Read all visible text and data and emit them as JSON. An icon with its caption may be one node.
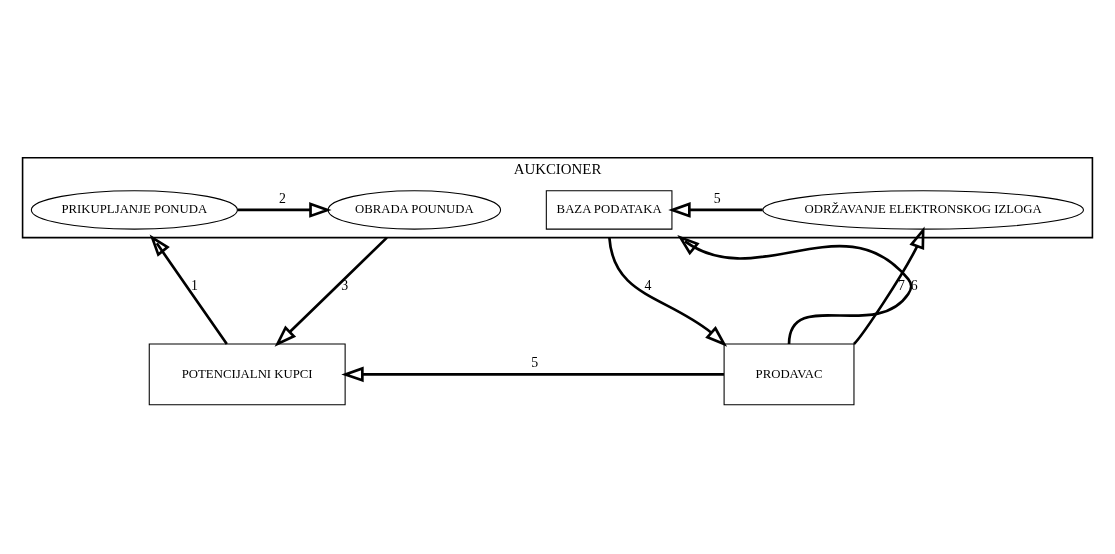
{
  "diagram": {
    "nodes": [
      {
        "text": [
          "AUKCIONER"
        ]
      },
      {
        "text": [
          "PRIKUPLJANJE PONUDA"
        ],
        "in": 0
      },
      {
        "text": [
          "OBRADA POUNUDA"
        ],
        "in": 0
      },
      {
        "text": [
          "BAZA PODATAKA"
        ],
        "in": 0
      },
      {
        "text": [
          "ODRŽAVANJE ELEKTRONSKOG IZLOGA"
        ],
        "in": 0
      },
      {
        "text": [
          "POTENCIJALNI KUPCI"
        ]
      },
      {
        "text": [
          "PRODAVAC"
        ]
      }
    ],
    "edges": [
      {
        "from": 5,
        "to": 0,
        "arrow": "to",
        "label": "1"
      },
      {
        "from": 1,
        "to": 2,
        "arrow": "to",
        "label": "2"
      },
      {
        "from": 0,
        "to": 5,
        "arrow": "to",
        "label": "3"
      },
      {
        "from": 4,
        "to": 3,
        "arrow": "to",
        "label": "5"
      },
      {
        "from": 0,
        "to": 6,
        "arrow": "to",
        "label": "4"
      },
      {
        "from": 6,
        "to": 0,
        "arrow": "to",
        "label": "6"
      },
      {
        "from": 6,
        "to": 4,
        "arrow": "to",
        "label": "7"
      },
      {
        "from": 6,
        "to": 5,
        "arrow": "to",
        "label": "5"
      }
    ]
  }
}
